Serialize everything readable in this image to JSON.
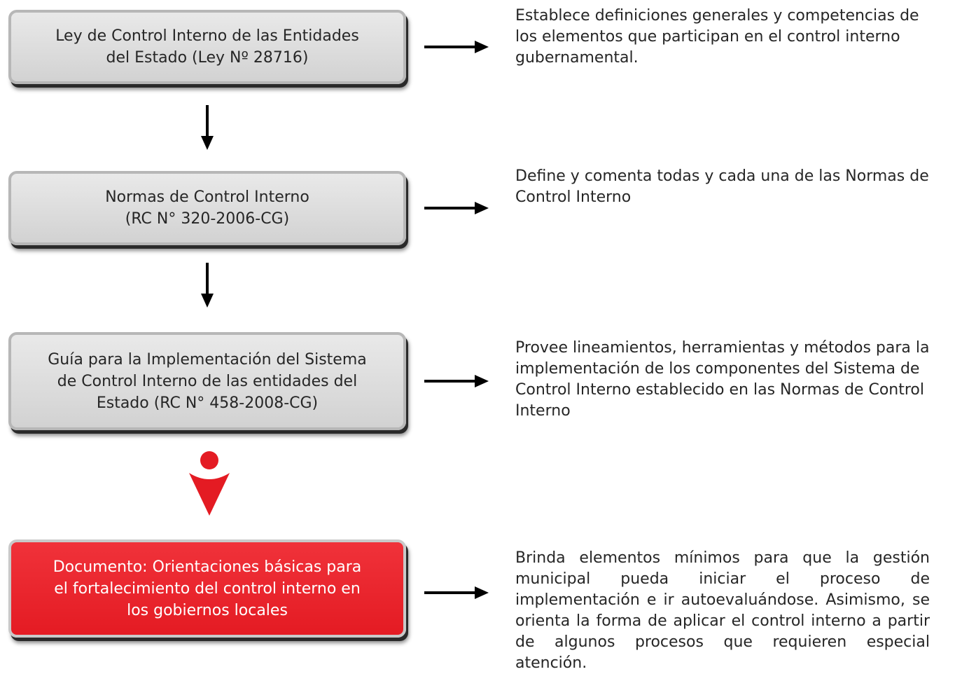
{
  "boxes": [
    {
      "lines": [
        "Ley de Control Interno de las Entidades",
        "del Estado (Ley Nº 28716)"
      ],
      "description": "Establece definiciones generales y competencias de los elementos que participan en el control interno gubernamental."
    },
    {
      "lines": [
        "Normas de Control Interno",
        "(RC N° 320-2006-CG)"
      ],
      "description": "Define y comenta todas y cada una de las Normas de Control Interno"
    },
    {
      "lines": [
        "Guía para la Implementación del Sistema",
        "de Control Interno de las entidades del",
        "Estado (RC N° 458-2008-CG)"
      ],
      "description": "Provee lineamientos, herramientas y métodos para la implementación de los componentes del Sistema de Control Interno establecido en las Normas de Control Interno"
    },
    {
      "lines": [
        "Documento: Orientaciones básicas para",
        "el fortalecimiento del control interno en",
        "los gobiernos locales"
      ],
      "description": "Brinda elementos mínimos para que la gestión municipal pueda iniciar el proceso de implementación e ir autoevaluándose. Asimismo, se orienta la forma de aplicar el control interno a partir de algunos procesos que requieren especial atención."
    }
  ],
  "colors": {
    "box_fill": "#dcdcdc",
    "highlight_fill": "#e41b23",
    "arrow": "#000000",
    "marker": "#e41b23"
  },
  "icons": [
    "right-arrow-icon",
    "down-arrow-icon",
    "person-marker-icon"
  ]
}
